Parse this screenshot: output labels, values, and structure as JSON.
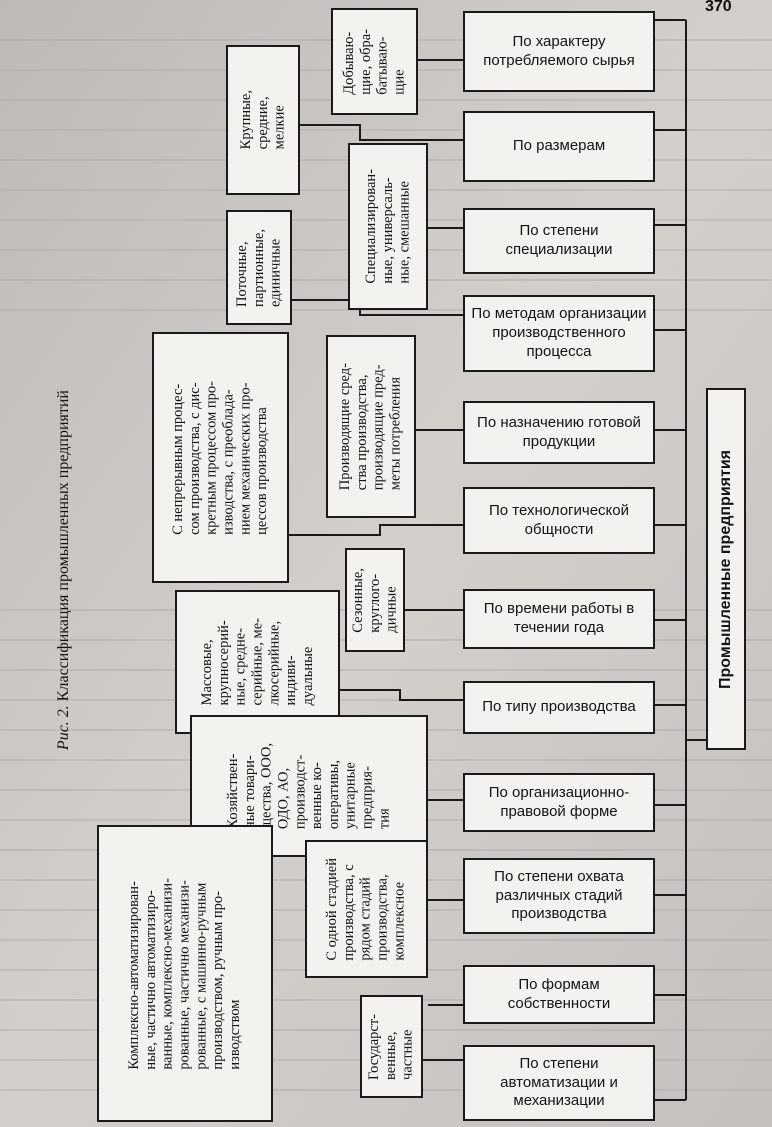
{
  "page_number_partial": "370",
  "caption": {
    "prefix": "Рис. 2.",
    "text": "Классификация промышленных предприятий"
  },
  "root": "Промышленные предприятия",
  "criteria": [
    "По характеру потребляемого сырья",
    "По размерам",
    "По степени специализации",
    "По методам организации производственного процесса",
    "По назначению готовой продукции",
    "По технологической общности",
    "По времени работы в течении года",
    "По типу производства",
    "По организационно-правовой форме",
    "По степени охвата различных стадий производства",
    "По формам собственности",
    "По степени автоматизации и механизации"
  ],
  "types": [
    "Добываю-\nщие, обра-\nбатываю-\nщие",
    "Крупные,\nсредние,\nмелкие",
    "Специализирован-\nные, универсаль-\nные, смешанные",
    "Поточные,\nпартионные,\nединичные",
    "Производящие сред-\nства производства,\nпроизводящие пред-\nметы потребления",
    "С непрерывным процес-\nсом производства, с дис-\nкретным процессом про-\nизводства, с преоблада-\nнием механических про-\nцессов производства",
    "Сезонные,\nкруглого-\nдичные",
    "Массовые,\nкрупносерий-\nные, средне-\nсерийные, ме-\nлкосерийные,\nиндиви-\nдуальные",
    "Хозяйствен-\nные товари-\nщества, ООО,\nОДО, АО,\nпроизводст-\nвенные ко-\nоперативы,\nунитарные\nпредприя-\nтия",
    "С одной стадией\nпроизводства, с\nрядом стадий\nпроизводства,\nкомплексное",
    "Государст-\nвенные,\nчастные",
    "Комплексно-автоматизирован-\nные, частично автоматизиро-\nванные, комплексно-механизи-\nрованные, частично механизи-\nрованные, с машинно-ручным\nпроизводством, ручным про-\nизводством"
  ]
}
